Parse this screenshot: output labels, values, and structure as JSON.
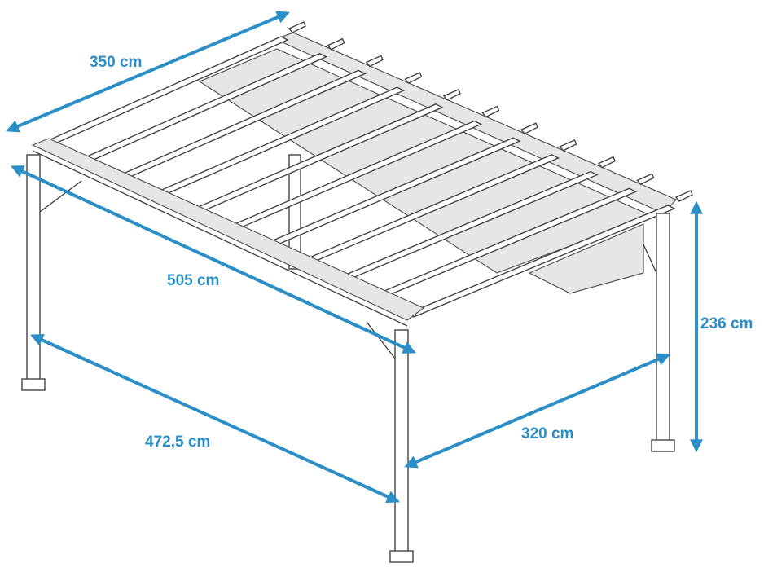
{
  "title": "Pergola dimensions",
  "accent_color": "#2b8ec6",
  "dimensions": {
    "roof_width": "350 cm",
    "roof_length": "505 cm",
    "post_length": "472,5 cm",
    "post_width": "320 cm",
    "height": "236 cm"
  }
}
